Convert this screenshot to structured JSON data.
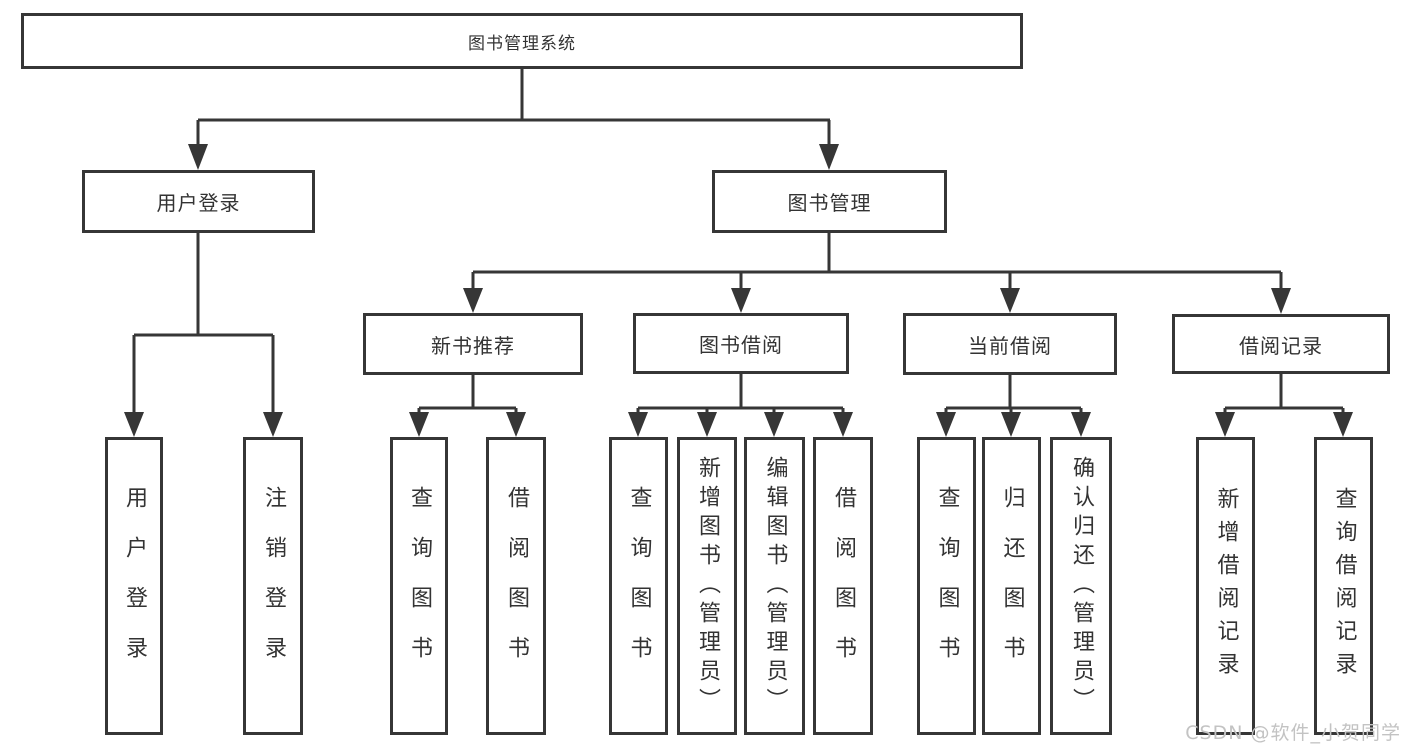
{
  "colors": {
    "line": "#363636",
    "text": "#333333",
    "watermark": "#c3c3c3",
    "background": "#ffffff"
  },
  "watermark": "CSDN @软件_小贺同学",
  "nodes": {
    "root": "图书管理系统",
    "l2": [
      "用户登录",
      "图书管理"
    ],
    "l3": [
      "新书推荐",
      "图书借阅",
      "当前借阅",
      "借阅记录"
    ],
    "leafGroups": [
      {
        "parent": "用户登录",
        "items": [
          "用户登录",
          "注销登录"
        ]
      },
      {
        "parent": "新书推荐",
        "items": [
          "查询图书",
          "借阅图书"
        ]
      },
      {
        "parent": "图书借阅",
        "items": [
          "查询图书",
          "新增图书（管理员）",
          "编辑图书（管理员）",
          "借阅图书"
        ]
      },
      {
        "parent": "当前借阅",
        "items": [
          "查询图书",
          "归还图书",
          "确认归还（管理员）"
        ]
      },
      {
        "parent": "借阅记录",
        "items": [
          "新增借阅记录",
          "查询借阅记录"
        ]
      }
    ]
  }
}
